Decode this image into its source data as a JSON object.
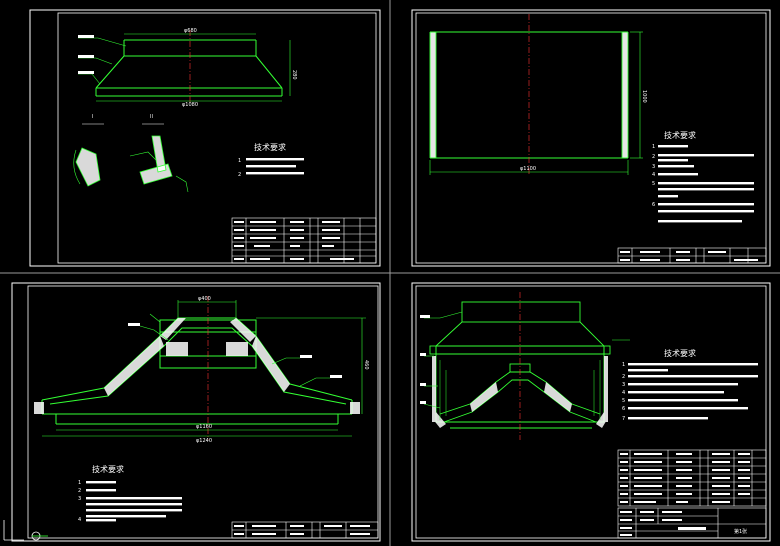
{
  "colors": {
    "background": "#000000",
    "frame": "#ffffff",
    "geometry": "#33ff33",
    "hatch": "#ffffff",
    "centerline": "#ff3333",
    "leader": "#00ffff",
    "note_text": "#ffffff"
  },
  "sheets": [
    {
      "id": "top-left",
      "title": "技术要求",
      "dims": [
        "φ680",
        "φ1080",
        "280"
      ],
      "notes": [
        "1",
        "2"
      ],
      "section_labels": [
        "I",
        "II"
      ]
    },
    {
      "id": "top-right",
      "title": "技术要求",
      "dims": [
        "φ1100",
        "1000"
      ],
      "notes": [
        "1",
        "2",
        "3",
        "4",
        "5",
        "6"
      ]
    },
    {
      "id": "bottom-left",
      "title": "技术要求",
      "dims": [
        "φ400",
        "φ1160",
        "φ1240",
        "460"
      ],
      "notes": [
        "1",
        "2",
        "3",
        "4"
      ]
    },
    {
      "id": "bottom-right",
      "title": "技术要求",
      "sheet_mark": "第1张",
      "notes": [
        "1",
        "2",
        "3",
        "4",
        "5",
        "6",
        "7"
      ]
    }
  ]
}
